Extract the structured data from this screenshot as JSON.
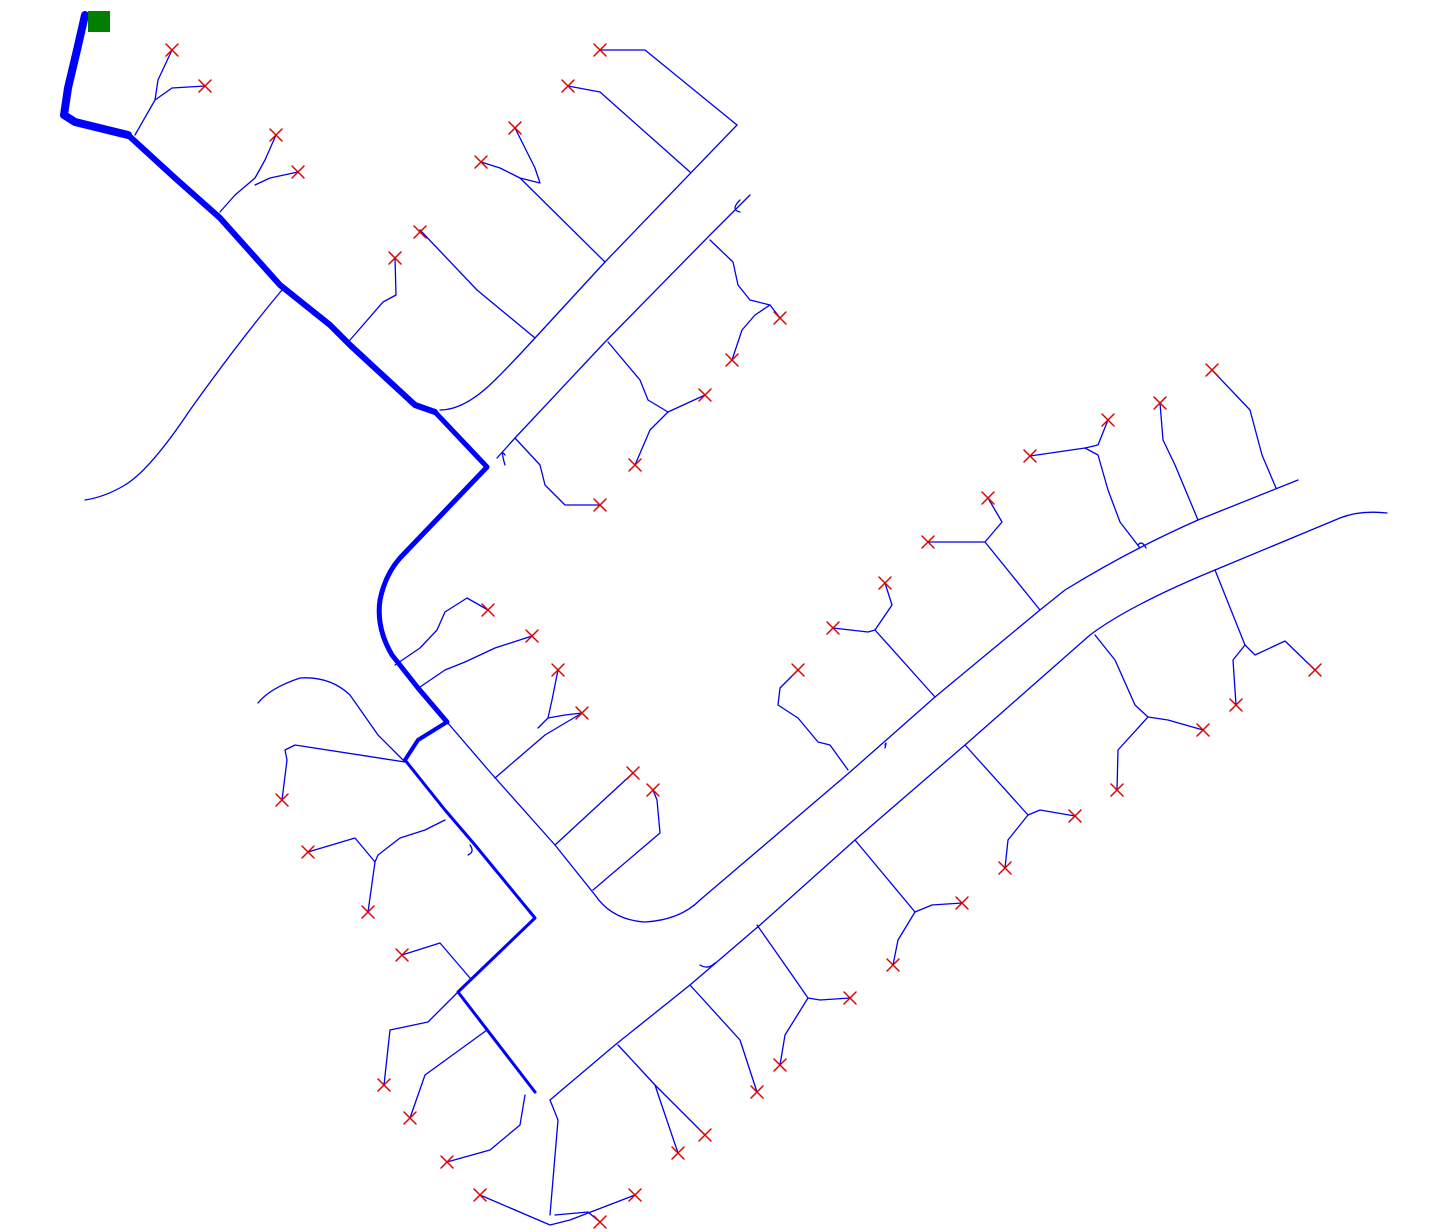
{
  "colors": {
    "background": "#ffffff",
    "network_line": "#0000ee",
    "feeder_path": "#0000ff",
    "consumer_marker": "#e00000",
    "source_marker": "#008000"
  },
  "legend": {
    "source_icon": "green-square-source",
    "consumer_icon": "red-x-consumer",
    "feeder_style": "thick-blue-line",
    "branch_style": "thin-blue-line"
  }
}
